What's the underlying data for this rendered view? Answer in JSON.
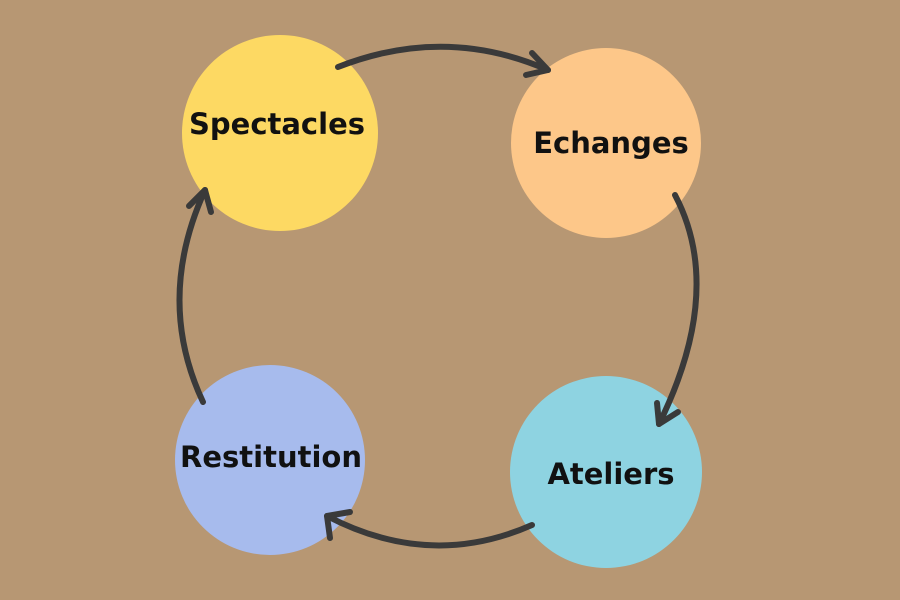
{
  "colors": {
    "background": "#b79773",
    "arrow": "#3a3a3a",
    "text": "#111111"
  },
  "nodes": [
    {
      "id": "spectacles",
      "label": "Spectacles",
      "color": "#fdd963"
    },
    {
      "id": "echanges",
      "label": "Echanges",
      "color": "#fdc789"
    },
    {
      "id": "ateliers",
      "label": "Ateliers",
      "color": "#8ed3e1"
    },
    {
      "id": "restitution",
      "label": "Restitution",
      "color": "#a7bbed"
    }
  ],
  "flow": [
    "spectacles",
    "echanges",
    "ateliers",
    "restitution",
    "spectacles"
  ]
}
